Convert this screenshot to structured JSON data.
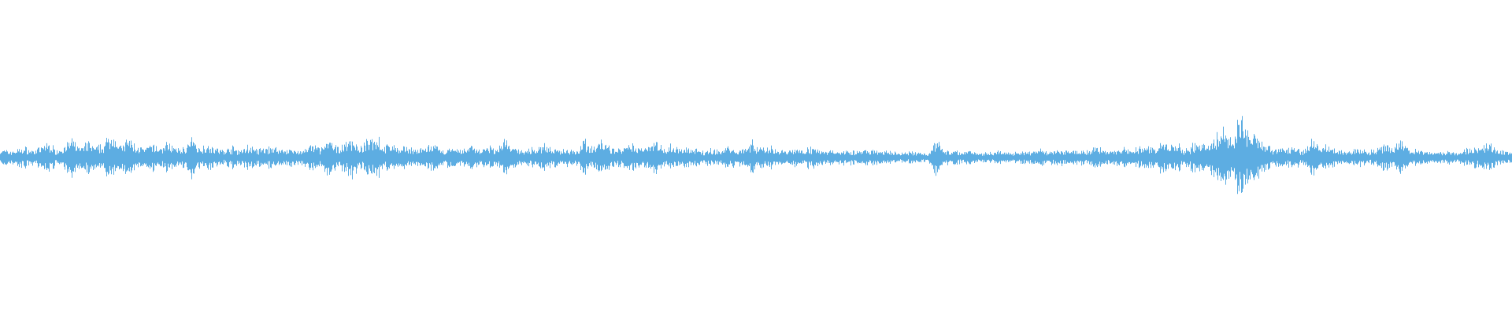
{
  "waveform": {
    "color": "#5dade2",
    "background": "#ffffff",
    "amplitude_profile": [
      0.18,
      0.14,
      0.17,
      0.22,
      0.15,
      0.2,
      0.33,
      0.16,
      0.25,
      0.38,
      0.21,
      0.34,
      0.2,
      0.3,
      0.58,
      0.22,
      0.4,
      0.26,
      0.18,
      0.28,
      0.2,
      0.34,
      0.18,
      0.22,
      0.4,
      0.2,
      0.32,
      0.18,
      0.16,
      0.22,
      0.15,
      0.26,
      0.17,
      0.18,
      0.25,
      0.16,
      0.2,
      0.14,
      0.18,
      0.26,
      0.2,
      0.36,
      0.22,
      0.3,
      0.44,
      0.2,
      0.38,
      0.5,
      0.22,
      0.3,
      0.18,
      0.24,
      0.16,
      0.2,
      0.28,
      0.15,
      0.2,
      0.16,
      0.18,
      0.28,
      0.16,
      0.22,
      0.18,
      0.4,
      0.2,
      0.18,
      0.16,
      0.22,
      0.28,
      0.18,
      0.16,
      0.2,
      0.16,
      0.38,
      0.22,
      0.36,
      0.24,
      0.18,
      0.2,
      0.26,
      0.2,
      0.3,
      0.36,
      0.22,
      0.26,
      0.18,
      0.2,
      0.16,
      0.14,
      0.18,
      0.14,
      0.24,
      0.16,
      0.22,
      0.32,
      0.2,
      0.26,
      0.18,
      0.14,
      0.18,
      0.16,
      0.24,
      0.18,
      0.14,
      0.16,
      0.14,
      0.18,
      0.12,
      0.14,
      0.18,
      0.12,
      0.14,
      0.1,
      0.1,
      0.12,
      0.1,
      0.1,
      0.38,
      0.16,
      0.14,
      0.12,
      0.16,
      0.12,
      0.1,
      0.12,
      0.14,
      0.1,
      0.14,
      0.12,
      0.14,
      0.16,
      0.12,
      0.18,
      0.14,
      0.22,
      0.16,
      0.14,
      0.24,
      0.16,
      0.14,
      0.2,
      0.16,
      0.18,
      0.26,
      0.2,
      0.3,
      0.24,
      0.28,
      0.18,
      0.26,
      0.36,
      0.22,
      0.46,
      0.7,
      0.34,
      0.96,
      0.48,
      0.66,
      0.3,
      0.2,
      0.24,
      0.18,
      0.2,
      0.16,
      0.48,
      0.18,
      0.28,
      0.16,
      0.14,
      0.16,
      0.18,
      0.14,
      0.16,
      0.28,
      0.18,
      0.34,
      0.2,
      0.16,
      0.12,
      0.14,
      0.12,
      0.14,
      0.12,
      0.16,
      0.24,
      0.18,
      0.34,
      0.16,
      0.14,
      0.12
    ],
    "seed": 7
  }
}
